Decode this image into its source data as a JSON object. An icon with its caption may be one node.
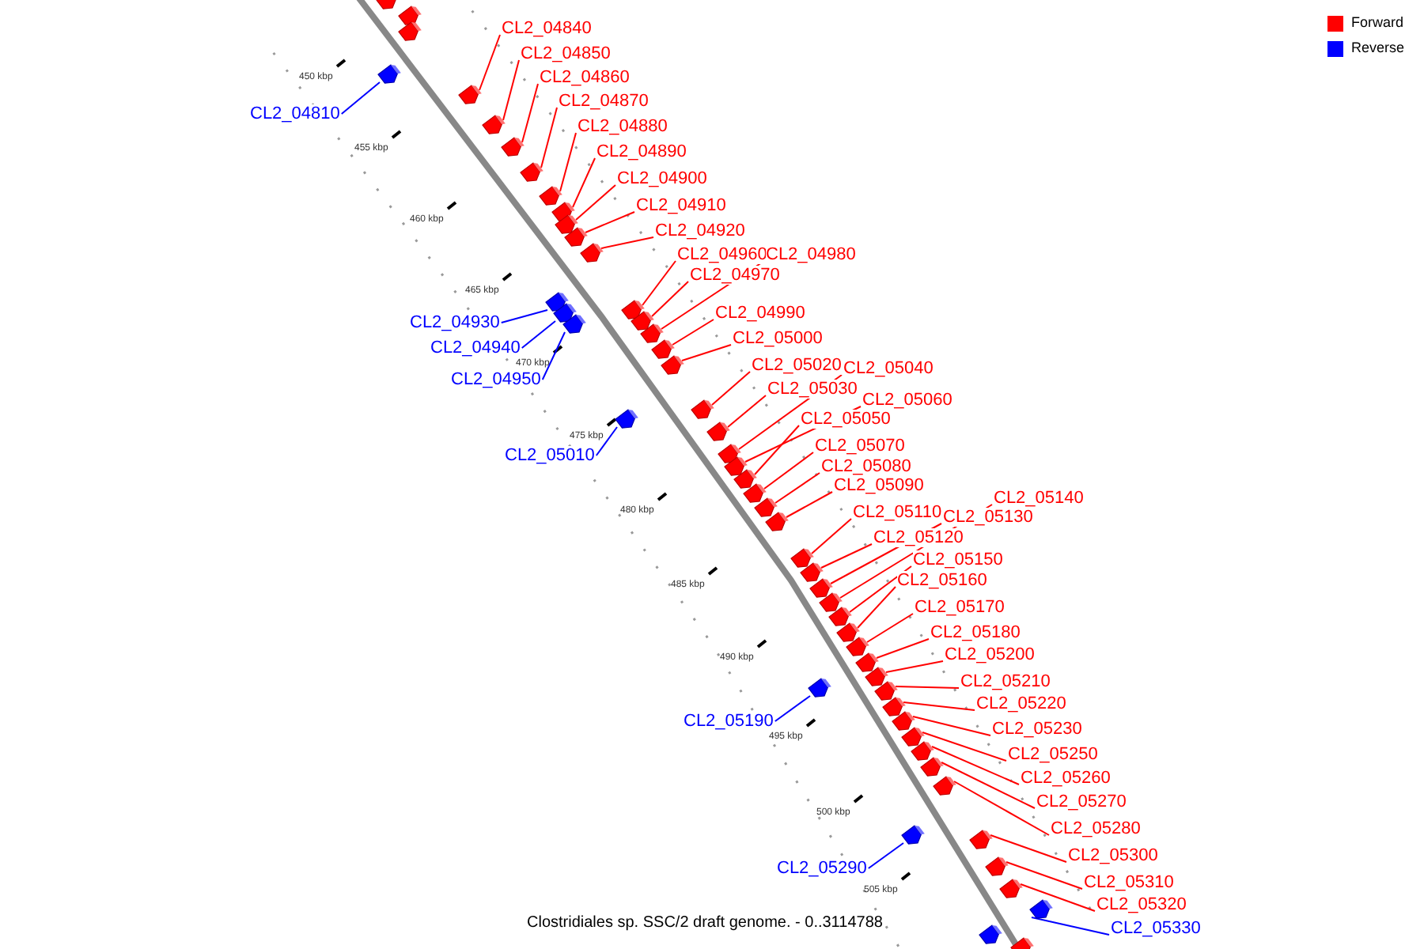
{
  "diagram": {
    "caption": "Clostridiales sp. SSC/2 draft genome. - 0..3114788",
    "nodes": [
      {
        "text": [
          "CL2_04840"
        ]
      },
      {
        "text": [
          "CL2_04850"
        ]
      },
      {
        "text": [
          "CL2_04860"
        ]
      },
      {
        "text": [
          "CL2_04870"
        ]
      },
      {
        "text": [
          "CL2_04810"
        ]
      },
      {
        "text": [
          "CL2_04880"
        ]
      },
      {
        "text": [
          "CL2_04890"
        ]
      },
      {
        "text": [
          "CL2_04900"
        ]
      },
      {
        "text": [
          "CL2_04910"
        ]
      },
      {
        "text": [
          "CL2_04920"
        ]
      },
      {
        "text": [
          "CL2_04960"
        ]
      },
      {
        "text": [
          "CL2_04980"
        ]
      },
      {
        "text": [
          "CL2_04970"
        ]
      },
      {
        "text": [
          "CL2_04990"
        ]
      },
      {
        "text": [
          "CL2_04930"
        ]
      },
      {
        "text": [
          "CL2_05000"
        ]
      },
      {
        "text": [
          "CL2_04940"
        ]
      },
      {
        "text": [
          "CL2_05020"
        ]
      },
      {
        "text": [
          "CL2_05040"
        ]
      },
      {
        "text": [
          "CL2_04950"
        ]
      },
      {
        "text": [
          "CL2_05030"
        ]
      },
      {
        "text": [
          "CL2_05060"
        ]
      },
      {
        "text": [
          "CL2_05050"
        ]
      },
      {
        "text": [
          "CL2_05070"
        ]
      },
      {
        "text": [
          "CL2_05010"
        ]
      },
      {
        "text": [
          "CL2_05080"
        ]
      },
      {
        "text": [
          "CL2_05090"
        ]
      },
      {
        "text": [
          "CL2_05140"
        ]
      },
      {
        "text": [
          "CL2_05110"
        ]
      },
      {
        "text": [
          "CL2_05130"
        ]
      },
      {
        "text": [
          "CL2_05120"
        ]
      },
      {
        "text": [
          "CL2_05150"
        ]
      },
      {
        "text": [
          "CL2_05160"
        ]
      },
      {
        "text": [
          "CL2_05170"
        ]
      },
      {
        "text": [
          "CL2_05180"
        ]
      },
      {
        "text": [
          "CL2_05200"
        ]
      },
      {
        "text": [
          "CL2_05210"
        ]
      },
      {
        "text": [
          "CL2_05220"
        ]
      },
      {
        "text": [
          "CL2_05190"
        ]
      },
      {
        "text": [
          "CL2_05230"
        ]
      },
      {
        "text": [
          "CL2_05250"
        ]
      },
      {
        "text": [
          "CL2_05260"
        ]
      },
      {
        "text": [
          "CL2_05270"
        ]
      },
      {
        "text": [
          "CL2_05280"
        ]
      },
      {
        "text": [
          "CL2_05300"
        ]
      },
      {
        "text": [
          "CL2_05290"
        ]
      },
      {
        "text": [
          "CL2_05310"
        ]
      },
      {
        "text": [
          "CL2_05320"
        ]
      },
      {
        "text": [
          "CL2_05330"
        ]
      },
      {
        "text": [],
        "shape": "box"
      },
      {
        "text": [],
        "shape": "box"
      },
      {
        "text": [],
        "shape": "box"
      },
      {
        "text": [],
        "shape": "box"
      },
      {
        "text": [],
        "shape": "box"
      },
      {
        "text": [],
        "shape": "box"
      },
      {
        "text": [],
        "shape": "box"
      },
      {
        "text": [],
        "shape": "box"
      },
      {
        "text": [],
        "shape": "box"
      },
      {
        "text": [],
        "shape": "box"
      },
      {
        "text": [],
        "shape": "box"
      },
      {
        "text": [],
        "shape": "box"
      },
      {
        "text": [],
        "shape": "box"
      },
      {
        "text": [],
        "shape": "box"
      },
      {
        "text": [],
        "shape": "box"
      },
      {
        "text": [],
        "shape": "box"
      },
      {
        "text": [],
        "shape": "box"
      },
      {
        "text": [],
        "shape": "box"
      },
      {
        "text": [],
        "shape": "box"
      },
      {
        "text": [],
        "shape": "box"
      },
      {
        "text": [],
        "shape": "box"
      },
      {
        "text": [],
        "shape": "box"
      },
      {
        "text": [],
        "shape": "box"
      },
      {
        "text": [],
        "shape": "box"
      },
      {
        "text": [],
        "shape": "box"
      },
      {
        "text": [],
        "shape": "box"
      },
      {
        "text": [],
        "shape": "box"
      },
      {
        "text": [],
        "shape": "box"
      },
      {
        "text": [],
        "shape": "box"
      },
      {
        "text": [],
        "shape": "box"
      },
      {
        "text": [],
        "shape": "box"
      },
      {
        "text": [],
        "shape": "box"
      },
      {
        "text": [],
        "shape": "box"
      },
      {
        "text": [],
        "shape": "box"
      },
      {
        "text": [],
        "shape": "box"
      },
      {
        "text": [],
        "shape": "box"
      },
      {
        "text": [],
        "shape": "box"
      },
      {
        "text": [],
        "shape": "box"
      },
      {
        "text": [],
        "shape": "box"
      },
      {
        "text": [],
        "shape": "box"
      },
      {
        "text": [],
        "shape": "box"
      },
      {
        "text": [],
        "shape": "box"
      },
      {
        "text": [],
        "shape": "box"
      },
      {
        "text": [],
        "shape": "box"
      },
      {
        "text": [],
        "shape": "box"
      },
      {
        "text": [],
        "shape": "box"
      },
      {
        "text": [],
        "shape": "box"
      },
      {
        "text": [],
        "shape": "box"
      },
      {
        "text": [],
        "shape": "box"
      },
      {
        "text": [],
        "shape": "box"
      },
      {
        "text": [],
        "shape": "box"
      },
      {
        "text": [],
        "shape": "box"
      },
      {
        "text": [],
        "shape": "box"
      },
      {
        "text": [],
        "shape": "box"
      }
    ],
    "edges": [
      {
        "from": 0,
        "to": 49,
        "arrow": "none"
      },
      {
        "from": 1,
        "to": 50,
        "arrow": "none"
      },
      {
        "from": 2,
        "to": 51,
        "arrow": "none"
      },
      {
        "from": 3,
        "to": 52,
        "arrow": "none"
      },
      {
        "from": 4,
        "to": 53,
        "arrow": "none",
        "color": "#0000ff"
      },
      {
        "from": 5,
        "to": 54,
        "arrow": "none"
      },
      {
        "from": 6,
        "to": 55,
        "arrow": "none"
      },
      {
        "from": 7,
        "to": 56,
        "arrow": "none"
      },
      {
        "from": 8,
        "to": 57,
        "arrow": "none"
      },
      {
        "from": 9,
        "to": 58,
        "arrow": "none"
      },
      {
        "from": 10,
        "to": 59,
        "arrow": "none"
      },
      {
        "from": 11,
        "to": 60,
        "arrow": "none"
      },
      {
        "from": 12,
        "to": 61,
        "arrow": "none"
      },
      {
        "from": 13,
        "to": 62,
        "arrow": "none"
      },
      {
        "from": 14,
        "to": 63,
        "arrow": "none",
        "color": "#0000ff"
      },
      {
        "from": 15,
        "to": 64,
        "arrow": "none"
      },
      {
        "from": 16,
        "to": 65,
        "arrow": "none",
        "color": "#0000ff"
      },
      {
        "from": 17,
        "to": 66,
        "arrow": "none"
      },
      {
        "from": 18,
        "to": 67,
        "arrow": "none"
      },
      {
        "from": 19,
        "to": 68,
        "arrow": "none",
        "color": "#0000ff"
      },
      {
        "from": 20,
        "to": 69,
        "arrow": "none"
      },
      {
        "from": 21,
        "to": 70,
        "arrow": "none"
      },
      {
        "from": 22,
        "to": 71,
        "arrow": "none"
      },
      {
        "from": 23,
        "to": 72,
        "arrow": "none"
      },
      {
        "from": 24,
        "to": 73,
        "arrow": "none",
        "color": "#0000ff"
      },
      {
        "from": 25,
        "to": 74,
        "arrow": "none"
      },
      {
        "from": 26,
        "to": 75,
        "arrow": "none"
      },
      {
        "from": 27,
        "to": 76,
        "arrow": "none"
      },
      {
        "from": 28,
        "to": 77,
        "arrow": "none"
      },
      {
        "from": 29,
        "to": 78,
        "arrow": "none"
      },
      {
        "from": 30,
        "to": 79,
        "arrow": "none"
      },
      {
        "from": 31,
        "to": 80,
        "arrow": "none"
      },
      {
        "from": 32,
        "to": 81,
        "arrow": "none"
      },
      {
        "from": 33,
        "to": 82,
        "arrow": "none"
      },
      {
        "from": 34,
        "to": 83,
        "arrow": "none"
      },
      {
        "from": 35,
        "to": 84,
        "arrow": "none"
      },
      {
        "from": 36,
        "to": 85,
        "arrow": "none"
      },
      {
        "from": 37,
        "to": 86,
        "arrow": "none"
      },
      {
        "from": 38,
        "to": 87,
        "arrow": "none",
        "color": "#0000ff"
      },
      {
        "from": 39,
        "to": 88,
        "arrow": "none"
      },
      {
        "from": 40,
        "to": 89,
        "arrow": "none"
      },
      {
        "from": 41,
        "to": 90,
        "arrow": "none"
      },
      {
        "from": 42,
        "to": 91,
        "arrow": "none"
      },
      {
        "from": 43,
        "to": 92,
        "arrow": "none"
      },
      {
        "from": 44,
        "to": 93,
        "arrow": "none"
      },
      {
        "from": 45,
        "to": 94,
        "arrow": "none",
        "color": "#0000ff"
      },
      {
        "from": 46,
        "to": 95,
        "arrow": "none"
      },
      {
        "from": 47,
        "to": 96,
        "arrow": "none"
      },
      {
        "from": 48,
        "to": 97,
        "arrow": "none",
        "color": "#0000ff"
      }
    ],
    "labels": [
      "450 kbp",
      "455 kbp",
      "460 kbp",
      "465 kbp",
      "470 kbp",
      "475 kbp",
      "480 kbp",
      "485 kbp",
      "490 kbp",
      "495 kbp",
      "500 kbp",
      "505 kbp"
    ],
    "legend": [
      {
        "text": "Forward",
        "color": "#ff0000"
      },
      {
        "text": "Reverse",
        "color": "#0000ff"
      }
    ]
  }
}
